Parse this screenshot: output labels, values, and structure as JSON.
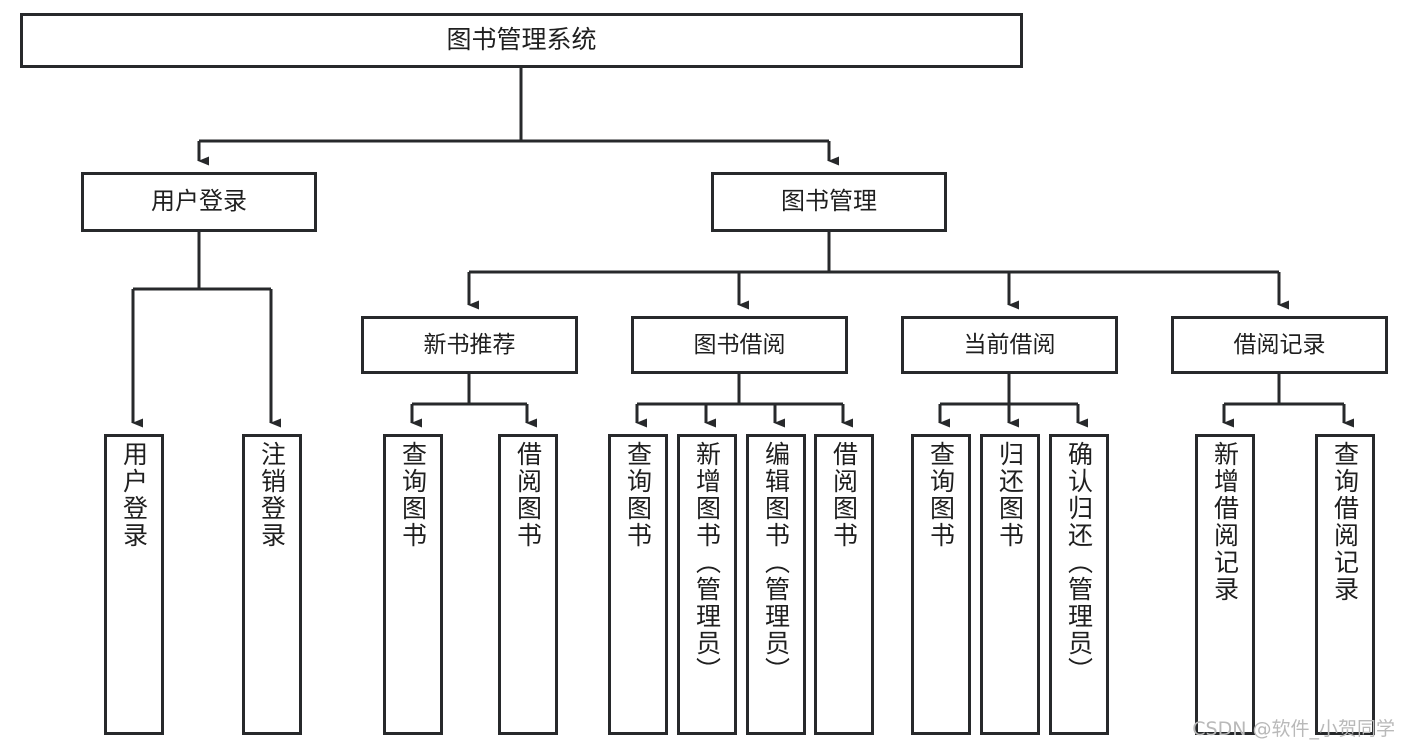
{
  "diagram": {
    "type": "tree",
    "title": "图书管理系统",
    "watermark": "CSDN @软件_小贺同学",
    "colors": {
      "box_border": "#27292b",
      "box_fill": "#ffffff",
      "connector": "#27292b",
      "text": "#1f1f1f",
      "watermark": "#b9b9b9",
      "background": "#ffffff"
    },
    "nodes": {
      "root": {
        "label": "图书管理系统"
      },
      "level2": [
        {
          "label": "用户登录"
        },
        {
          "label": "图书管理"
        }
      ],
      "level3": [
        {
          "label": "新书推荐"
        },
        {
          "label": "图书借阅"
        },
        {
          "label": "当前借阅"
        },
        {
          "label": "借阅记录"
        }
      ],
      "leaves": {
        "user_login": [
          {
            "label": "用户登录"
          },
          {
            "label": "注销登录"
          }
        ],
        "new_book_recommend": [
          {
            "label": "查询图书"
          },
          {
            "label": "借阅图书"
          }
        ],
        "book_borrow": [
          {
            "label": "查询图书"
          },
          {
            "label": "新增图书（管理员）"
          },
          {
            "label": "编辑图书（管理员）"
          },
          {
            "label": "借阅图书"
          }
        ],
        "current_borrow": [
          {
            "label": "查询图书"
          },
          {
            "label": "归还图书"
          },
          {
            "label": "确认归还（管理员）"
          }
        ],
        "borrow_record": [
          {
            "label": "新增借阅记录"
          },
          {
            "label": "查询借阅记录"
          }
        ]
      }
    }
  }
}
